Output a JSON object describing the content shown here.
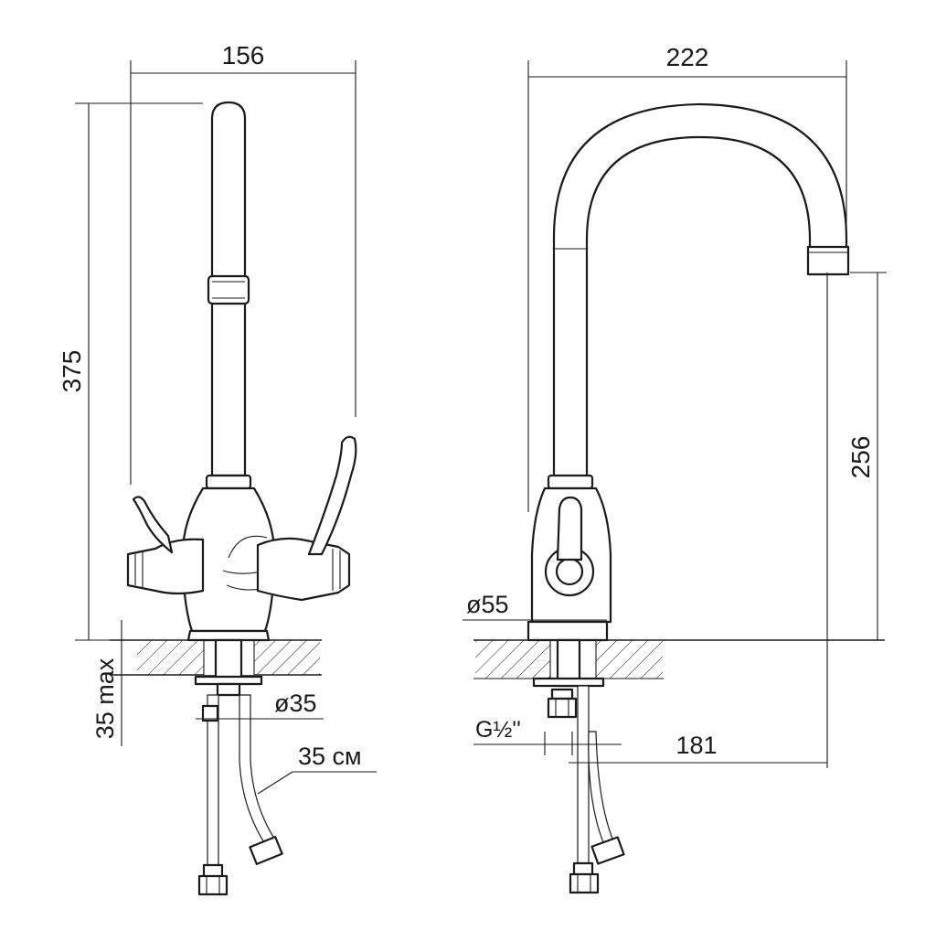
{
  "colors": {
    "line": "#1a1a1a",
    "background": "#ffffff"
  },
  "front_view": {
    "width_label": "156",
    "height_label": "375",
    "mount_thickness_label": "35 max",
    "shank_diameter_label": "ø35",
    "hose_length_label": "35 см"
  },
  "side_view": {
    "reach_label": "222",
    "spout_height_label": "256",
    "base_diameter_label": "ø55",
    "thread_label": "G½''",
    "spout_offset_label": "181"
  }
}
